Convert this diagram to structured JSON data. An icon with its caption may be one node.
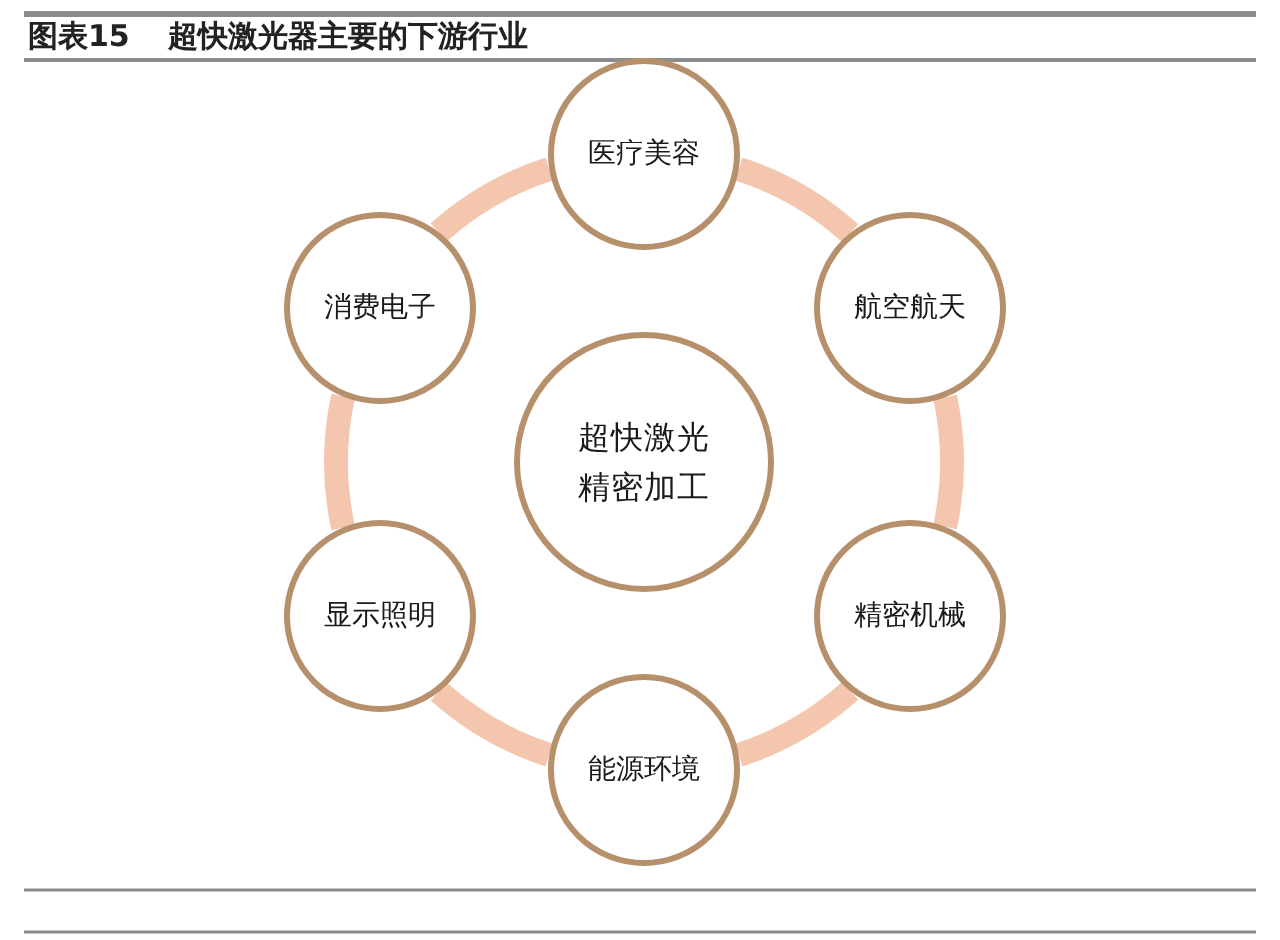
{
  "diagram": {
    "title": "图表15 超快激光器主要的下游行业",
    "nodes": [
      {
        "text": [
          "医疗美容"
        ]
      },
      {
        "text": [
          "消费电子"
        ]
      },
      {
        "text": [
          "航空航天"
        ]
      },
      {
        "text": [
          "超快激光精密加工"
        ]
      },
      {
        "text": [
          "显示照明"
        ]
      },
      {
        "text": [
          "精密机械"
        ]
      },
      {
        "text": [
          "能源环境"
        ]
      }
    ],
    "edges": [
      {
        "from": 0,
        "to": 2,
        "arrow": "none"
      },
      {
        "from": 2,
        "to": 5,
        "arrow": "none"
      },
      {
        "from": 5,
        "to": 6,
        "arrow": "none"
      },
      {
        "from": 6,
        "to": 4,
        "arrow": "none"
      },
      {
        "from": 4,
        "to": 1,
        "arrow": "none"
      },
      {
        "from": 1,
        "to": 0,
        "arrow": "none"
      }
    ]
  }
}
